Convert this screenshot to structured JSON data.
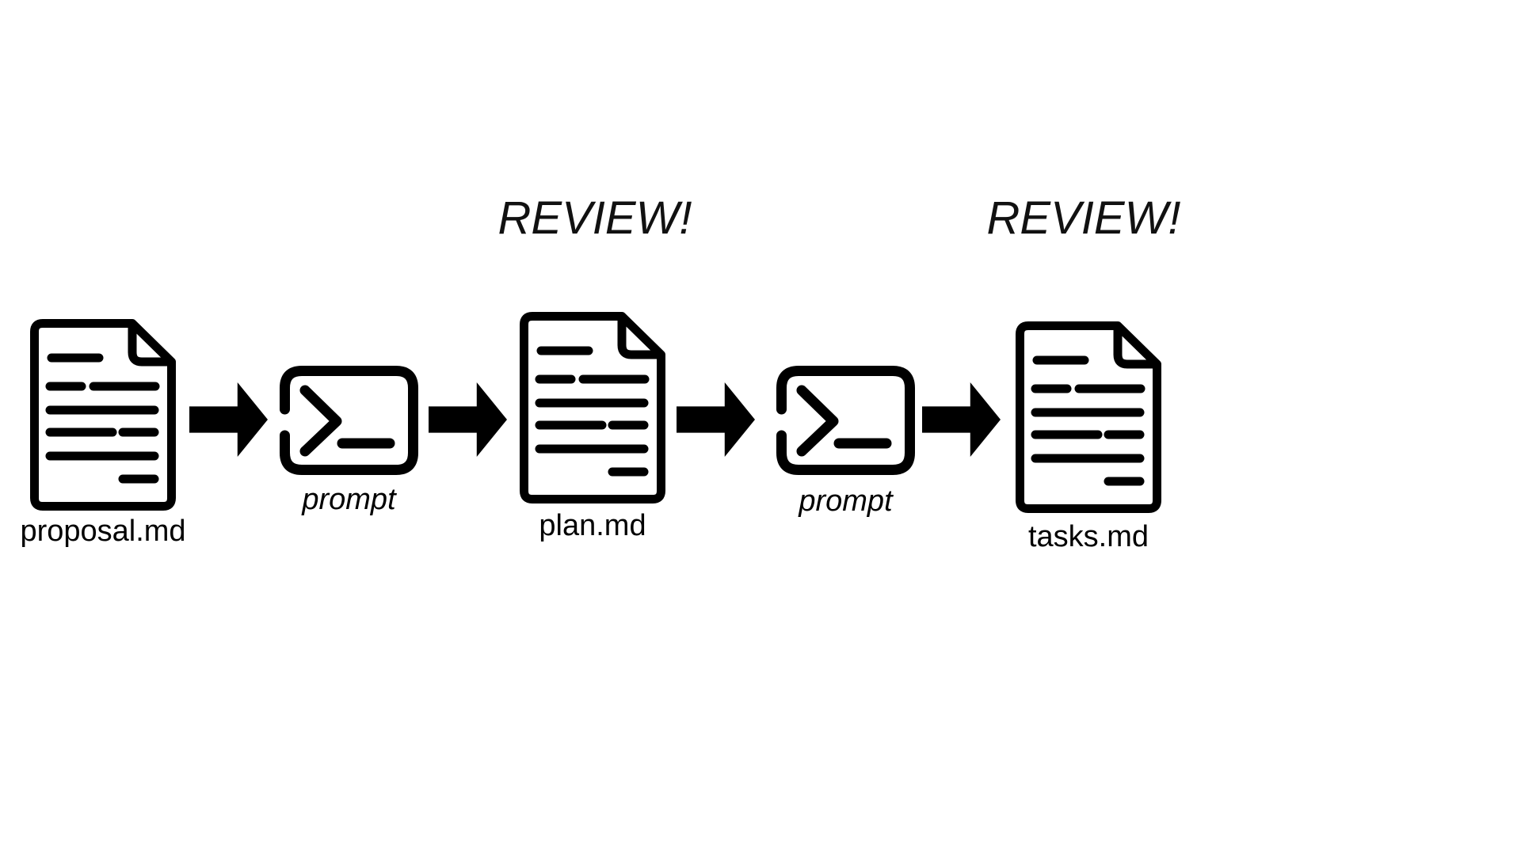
{
  "diagram": {
    "background_color": "#ffffff",
    "ink_color": "#000000",
    "review_labels": {
      "over_plan": "REVIEW!",
      "over_tasks": "REVIEW!"
    },
    "nodes": {
      "proposal": {
        "label": "proposal.md",
        "icon": "document-icon"
      },
      "prompt1": {
        "label": "prompt",
        "icon": "terminal-prompt-icon"
      },
      "plan": {
        "label": "plan.md",
        "icon": "document-icon"
      },
      "prompt2": {
        "label": "prompt",
        "icon": "terminal-prompt-icon"
      },
      "tasks": {
        "label": "tasks.md",
        "icon": "document-icon"
      }
    },
    "arrow_icon": "arrow-right-icon",
    "arrow_count": 4
  }
}
